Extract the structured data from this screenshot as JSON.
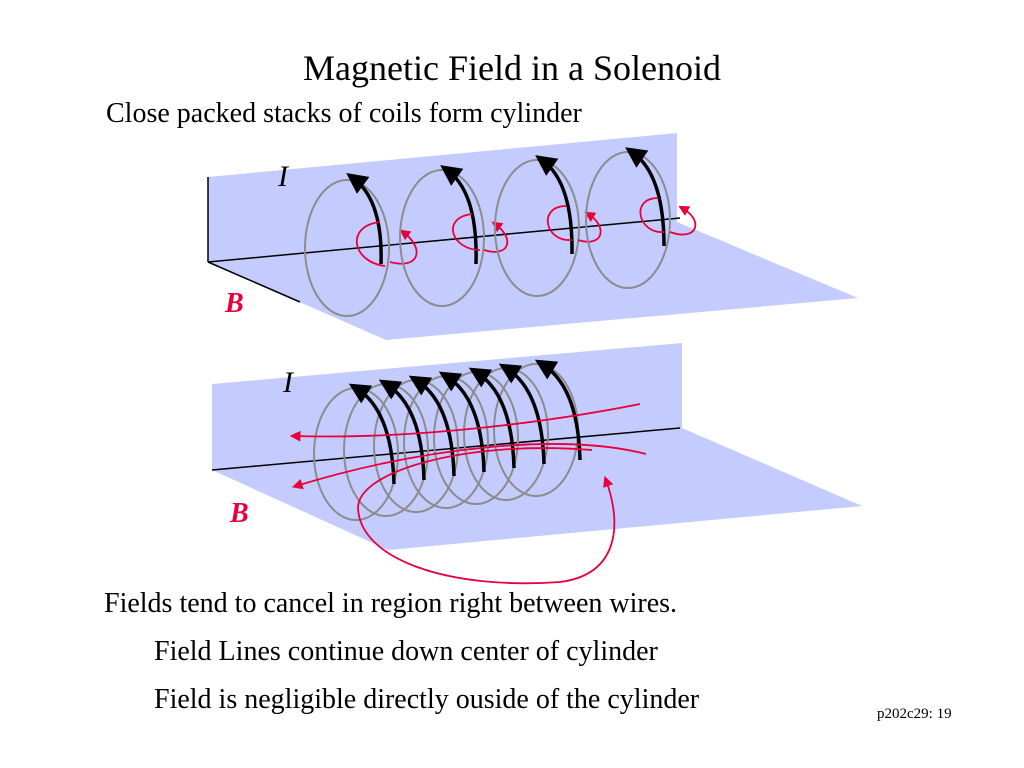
{
  "slide": {
    "title": "Magnetic Field in a Solenoid",
    "subtitle": "Close packed stacks of coils form cylinder",
    "bullets": [
      "Fields tend to cancel in region right between wires.",
      "Field Lines continue down center of cylinder",
      "Field is negligible directly ouside of the cylinder"
    ],
    "footer": "p202c29: 19"
  },
  "diagram_top": {
    "current_label": "I",
    "field_label": "B"
  },
  "diagram_bottom": {
    "current_label": "I",
    "field_label": "B"
  },
  "colors": {
    "plane": "#c4ccff",
    "field": "#e8003c",
    "coil": "#8c8c8c",
    "wire": "#000000"
  }
}
